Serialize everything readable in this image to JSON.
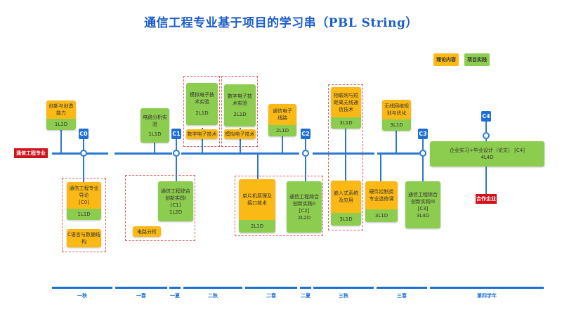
{
  "title": {
    "zh": "通信工程专业基于项目的学习串",
    "en": "（PBL String）"
  },
  "legend": {
    "theory": "理论内容",
    "practice": "项目实践"
  },
  "colors": {
    "theory": "#fbb915",
    "practice": "#8ccc4e",
    "line": "#2a78d2",
    "label_red": "#d0121b",
    "checkpoint": "#1d6fd6"
  },
  "start_label": "通信工程专业",
  "end_label": "合作企业",
  "checkpoints": [
    "C0",
    "C1",
    "C2",
    "C3",
    "C4"
  ],
  "nodes": {
    "n1": {
      "title": "创新与创造能力",
      "code": "1L1D"
    },
    "n2": {
      "title": "通信工程专业导论",
      "sub": "[C0]",
      "code": "1L1D"
    },
    "n3": {
      "title": "C语言与数据结构"
    },
    "n4": {
      "title": "电路分析实验",
      "code": "1L1D"
    },
    "n5": {
      "title": "通信工程综合创新实践I",
      "sub": "[C1]",
      "code": "1L2D"
    },
    "n6": {
      "title": "电路分析"
    },
    "n7": {
      "title": "模拟电子技术实验",
      "code": "2L1D"
    },
    "n8": {
      "title": "数字电子技术"
    },
    "n9": {
      "title": "数字电子技术实验",
      "code": "2L1D"
    },
    "n10": {
      "title": "模拟电子技术"
    },
    "n11": {
      "title": "通信电子线路",
      "code": "2L1D"
    },
    "n12": {
      "title": "单片机原理及接口技术",
      "code": "2L1D"
    },
    "n13": {
      "title": "通信工程综合创新实践II",
      "sub": "[C2]",
      "code": "2L2D"
    },
    "n14": {
      "title": "物联网与短距离无线通信技术",
      "code": "3L1D"
    },
    "n15": {
      "title": "嵌入式系统及应用",
      "code": "3L1D"
    },
    "n16": {
      "title": "无线网络规划与优化",
      "code": "3L1D"
    },
    "n17": {
      "title": "硬件控制类专业选修课",
      "code": "3L1D"
    },
    "n18": {
      "title": "通信工程综合创新实践III",
      "sub": "[C3]",
      "code": "3L4D"
    },
    "n19": {
      "title": "企业实习+毕业设计（论文） [C4]",
      "code": "4L4D"
    }
  },
  "semesters": [
    "一秋",
    "一春",
    "一夏",
    "二秋",
    "二春",
    "二夏",
    "三秋",
    "三春",
    "第四学年"
  ]
}
